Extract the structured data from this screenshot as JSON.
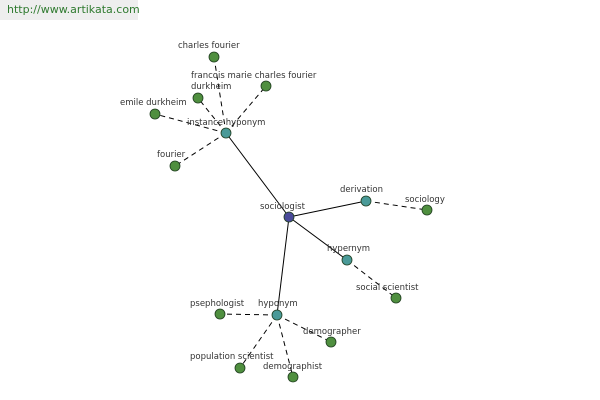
{
  "banner": {
    "url": "http://www.artikata.com"
  },
  "colors": {
    "center": "#4a4a9a",
    "relation": "#4a9a98",
    "leaf": "#4f8f3f",
    "banner_text": "#2f7a2f",
    "banner_bg": "#eeeeee"
  },
  "nodes": [
    {
      "id": "sociologist",
      "label": "sociologist",
      "kind": "center"
    },
    {
      "id": "instance-hyponym",
      "label": "instance hyponym",
      "kind": "relation"
    },
    {
      "id": "derivation",
      "label": "derivation",
      "kind": "relation"
    },
    {
      "id": "hypernym",
      "label": "hypernym",
      "kind": "relation"
    },
    {
      "id": "hyponym",
      "label": "hyponym",
      "kind": "relation"
    },
    {
      "id": "charles-fourier",
      "label": "charles fourier",
      "kind": "leaf"
    },
    {
      "id": "francois-marie-charles-fourier",
      "label": "francois marie charles fourier",
      "kind": "leaf"
    },
    {
      "id": "durkheim",
      "label": "durkheim",
      "kind": "leaf"
    },
    {
      "id": "emile-durkheim",
      "label": "emile durkheim",
      "kind": "leaf"
    },
    {
      "id": "fourier",
      "label": "fourier",
      "kind": "leaf"
    },
    {
      "id": "sociology",
      "label": "sociology",
      "kind": "leaf"
    },
    {
      "id": "social-scientist",
      "label": "social scientist",
      "kind": "leaf"
    },
    {
      "id": "psephologist",
      "label": "psephologist",
      "kind": "leaf"
    },
    {
      "id": "demographer",
      "label": "demographer",
      "kind": "leaf"
    },
    {
      "id": "population-scientist",
      "label": "population scientist",
      "kind": "leaf"
    },
    {
      "id": "demographist",
      "label": "demographist",
      "kind": "leaf"
    }
  ],
  "edges": [
    {
      "from": "sociologist",
      "to": "instance-hyponym",
      "style": "solid"
    },
    {
      "from": "sociologist",
      "to": "derivation",
      "style": "solid"
    },
    {
      "from": "sociologist",
      "to": "hypernym",
      "style": "solid"
    },
    {
      "from": "sociologist",
      "to": "hyponym",
      "style": "solid"
    },
    {
      "from": "instance-hyponym",
      "to": "charles-fourier",
      "style": "dashed"
    },
    {
      "from": "instance-hyponym",
      "to": "francois-marie-charles-fourier",
      "style": "dashed"
    },
    {
      "from": "instance-hyponym",
      "to": "durkheim",
      "style": "dashed"
    },
    {
      "from": "instance-hyponym",
      "to": "emile-durkheim",
      "style": "dashed"
    },
    {
      "from": "instance-hyponym",
      "to": "fourier",
      "style": "dashed"
    },
    {
      "from": "derivation",
      "to": "sociology",
      "style": "dashed"
    },
    {
      "from": "hypernym",
      "to": "social-scientist",
      "style": "dashed"
    },
    {
      "from": "hyponym",
      "to": "psephologist",
      "style": "dashed"
    },
    {
      "from": "hyponym",
      "to": "demographer",
      "style": "dashed"
    },
    {
      "from": "hyponym",
      "to": "population-scientist",
      "style": "dashed"
    },
    {
      "from": "hyponym",
      "to": "demographist",
      "style": "dashed"
    }
  ]
}
